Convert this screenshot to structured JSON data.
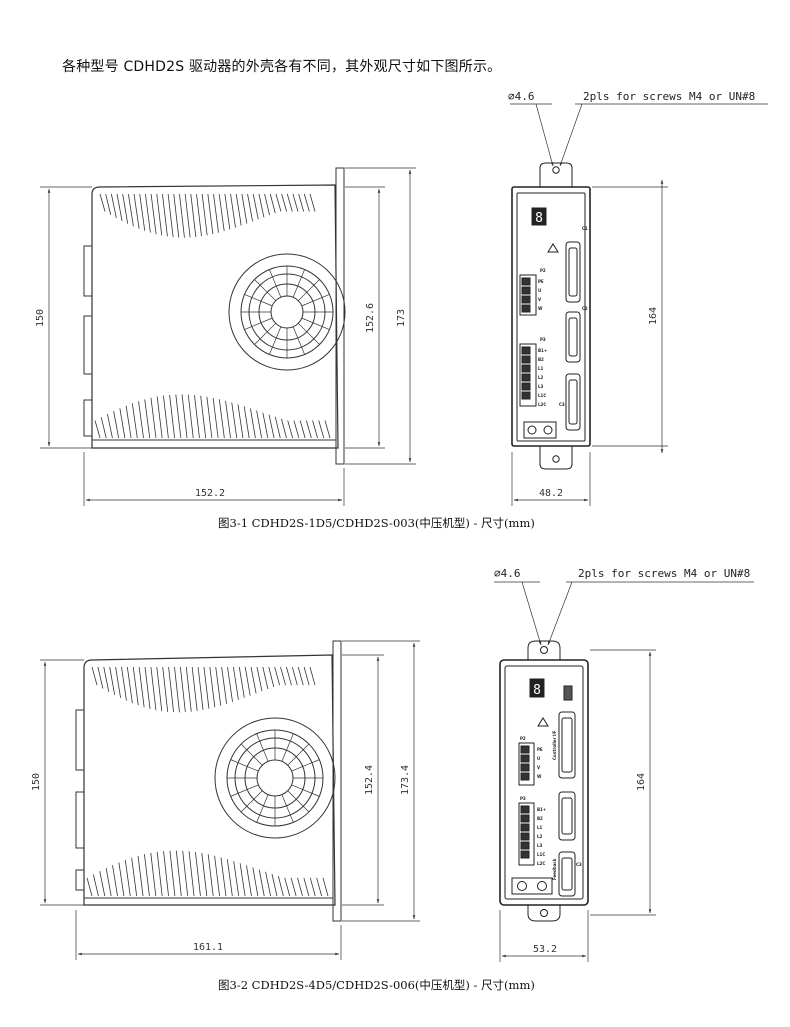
{
  "intro": "各种型号 CDHD2S 驱动器的外壳各有不同，其外观尺寸如下图所示。",
  "figure1": {
    "caption": "图3-1 CDHD2S-1D5/CDHD2S-003(中压机型) - 尺寸(mm)",
    "side_height": "150",
    "side_inner": "152.6",
    "side_total": "173",
    "side_width": "152.2",
    "front_height": "164",
    "front_width": "48.2",
    "hole_note": "⌀4.6",
    "screw_note": "2pls for screws M4 or UN#8",
    "front_labels": [
      "P2",
      "PE",
      "U",
      "V",
      "W",
      "P3",
      "B1+",
      "B2",
      "L1",
      "L2",
      "L3",
      "L1C",
      "L2C",
      "C1",
      "C2",
      "C3"
    ]
  },
  "figure2": {
    "caption": "图3-2 CDHD2S-4D5/CDHD2S-006(中压机型) - 尺寸(mm)",
    "side_height": "150",
    "side_inner": "152.4",
    "side_total": "173.4",
    "side_width": "161.1",
    "front_height": "164",
    "front_width": "53.2",
    "hole_note": "⌀4.6",
    "screw_note": "2pls for screws M4 or UN#8",
    "front_labels": [
      "P2",
      "PE",
      "U",
      "V",
      "W",
      "P3",
      "B1+",
      "B2",
      "L1",
      "L2",
      "L3",
      "L1C",
      "L2C",
      "Controller I/F",
      "Feedback",
      "C3"
    ]
  }
}
